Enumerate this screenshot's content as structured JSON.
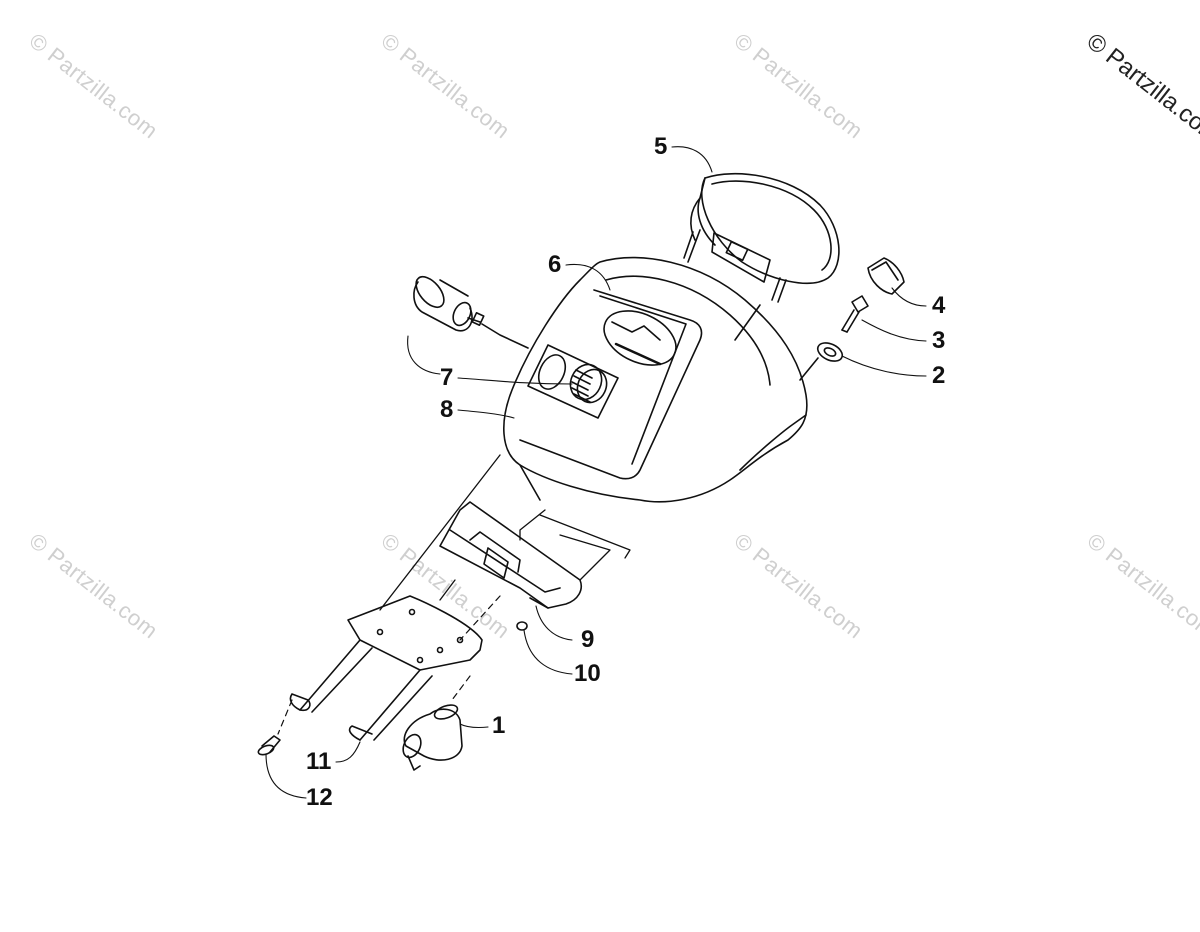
{
  "watermark": {
    "text": "© Partzilla.com",
    "corner_text": "© Partzilla.com"
  },
  "callouts": [
    "1",
    "2",
    "3",
    "4",
    "5",
    "6",
    "7",
    "8",
    "9",
    "10",
    "11",
    "12"
  ],
  "colors": {
    "line": "#111111",
    "watermark": "#cfcfcf",
    "background": "#ffffff"
  }
}
